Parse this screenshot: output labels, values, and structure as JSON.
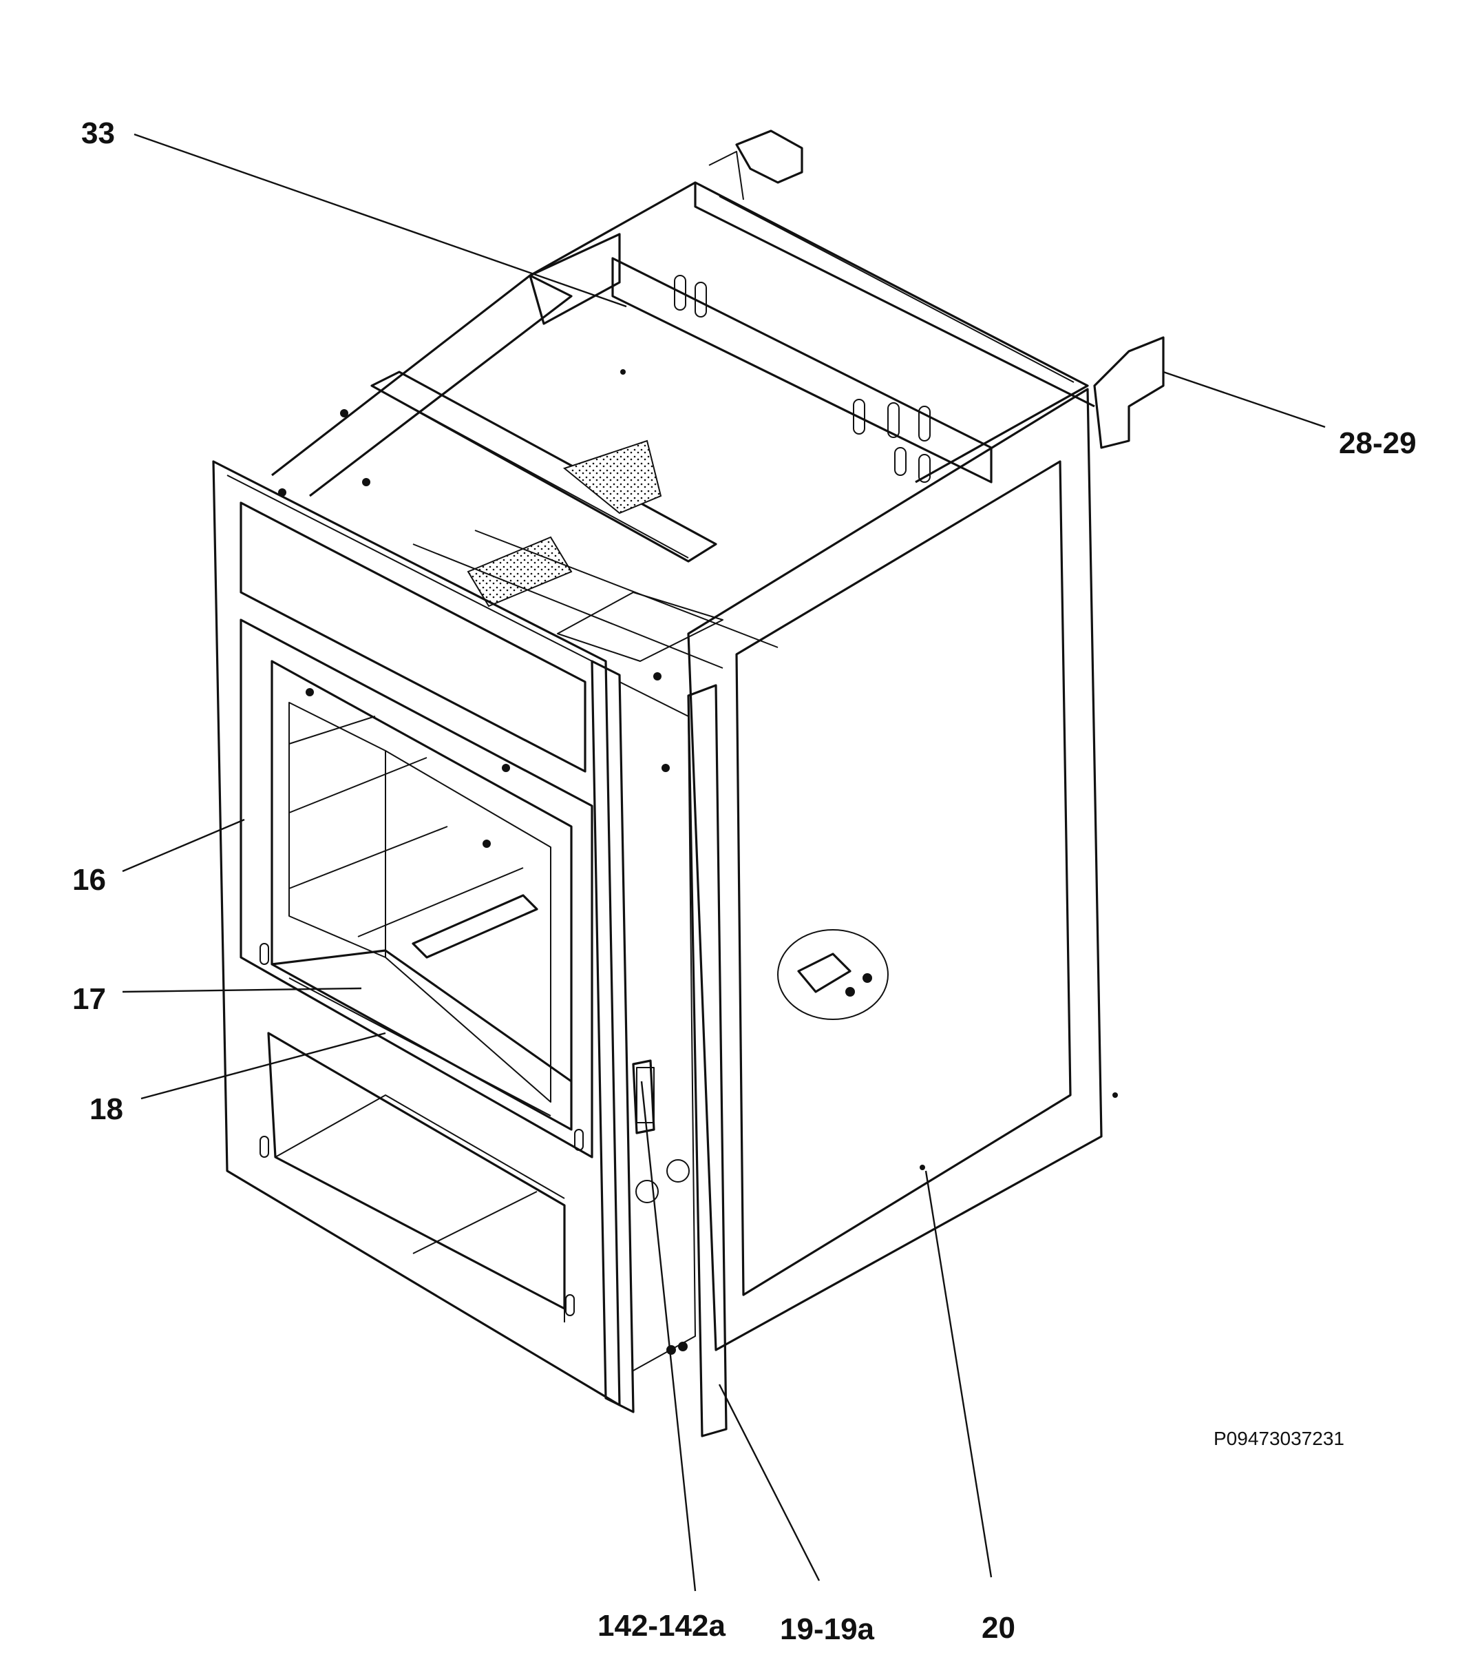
{
  "callouts": [
    {
      "id": "33",
      "label": "33"
    },
    {
      "id": "28-29",
      "label": "28-29"
    },
    {
      "id": "16",
      "label": "16"
    },
    {
      "id": "17",
      "label": "17"
    },
    {
      "id": "18",
      "label": "18"
    },
    {
      "id": "142-142a",
      "label": "142-142a"
    },
    {
      "id": "19-19a",
      "label": "19-19a"
    },
    {
      "id": "20",
      "label": "20"
    }
  ],
  "drawing_code": "P09473037231"
}
